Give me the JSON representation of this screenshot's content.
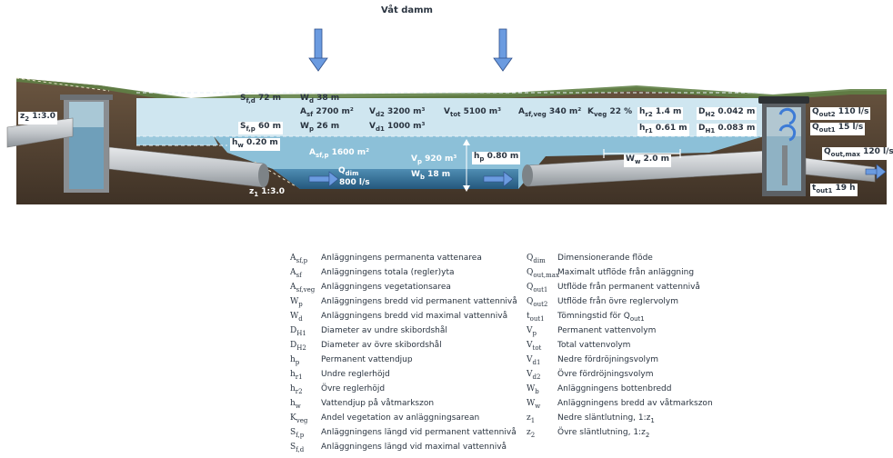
{
  "title": "Våt damm",
  "labels": {
    "sfd": "S",
    "sfd_sub": "f,d",
    "sfd_val": " 72 m",
    "wd": "W",
    "wd_sub": "d",
    "wd_val": " 38 m",
    "asf": "A",
    "asf_sub": "sf",
    "asf_val": " 2700 m²",
    "vd2": "V",
    "vd2_sub": "d2",
    "vd2_val": " 3200 m³",
    "vtot": "V",
    "vtot_sub": "tot",
    "vtot_val": " 5100 m³",
    "asfveg": "A",
    "asfveg_sub": "sf,veg",
    "asfveg_val": " 340 m²",
    "kveg": "K",
    "kveg_sub": "veg",
    "kveg_val": " 22 %",
    "hr2": "h",
    "hr2_sub": "r2",
    "hr2_val": " 1.4 m",
    "dh2": "D",
    "dh2_sub": "H2",
    "dh2_val": " 0.042 m",
    "qout2": "Q",
    "qout2_sub": "out2",
    "qout2_val": " 110 l/s",
    "z2": "z",
    "z2_sub": "2",
    "z2_val": " 1:3.0",
    "sfp": "S",
    "sfp_sub": "f,p",
    "sfp_val": " 60 m",
    "wp": "W",
    "wp_sub": "p",
    "wp_val": " 26 m",
    "vd1": "V",
    "vd1_sub": "d1",
    "vd1_val": " 1000 m³",
    "hr1": "h",
    "hr1_sub": "r1",
    "hr1_val": " 0.61 m",
    "dh1": "D",
    "dh1_sub": "H1",
    "dh1_val": " 0.083 m",
    "qout1": "Q",
    "qout1_sub": "out1",
    "qout1_val": " 15 l/s",
    "hw": "h",
    "hw_sub": "w",
    "hw_val": " 0.20 m",
    "asfp": "A",
    "asfp_sub": "sf,p",
    "asfp_val": " 1600 m²",
    "vp": "V",
    "vp_sub": "p",
    "vp_val": " 920 m³",
    "hp": "h",
    "hp_sub": "p",
    "hp_val": " 0.80 m",
    "ww": "W",
    "ww_sub": "w",
    "ww_val": " 2.0 m",
    "qoutmax": "Q",
    "qoutmax_sub": "out,max",
    "qoutmax_val": " 120 l/s",
    "qdim": "Q",
    "qdim_sub": "dim",
    "qdim_val": "800 l/s",
    "wb": "W",
    "wb_sub": "b",
    "wb_val": " 18 m",
    "z1": "z",
    "z1_sub": "1",
    "z1_val": " 1:3.0",
    "tout1": "t",
    "tout1_sub": "out1",
    "tout1_val": " 19 h"
  },
  "legend_left": [
    {
      "sym": "A",
      "sub": "sf,p",
      "desc": "Anläggningens permanenta vattenarea"
    },
    {
      "sym": "A",
      "sub": "sf",
      "desc": "Anläggningens totala (regler)yta"
    },
    {
      "sym": "A",
      "sub": "sf,veg",
      "desc": "Anläggningens vegetationsarea"
    },
    {
      "sym": "W",
      "sub": "p",
      "desc": "Anläggningens bredd vid permanent vattennivå"
    },
    {
      "sym": "W",
      "sub": "d",
      "desc": "Anläggningens bredd vid maximal vattennivå"
    },
    {
      "sym": "D",
      "sub": "H1",
      "desc": "Diameter av undre skibordshål"
    },
    {
      "sym": "D",
      "sub": "H2",
      "desc": "Diameter av övre skibordshål"
    },
    {
      "sym": "h",
      "sub": "p",
      "desc": "Permanent vattendjup"
    },
    {
      "sym": "h",
      "sub": "r1",
      "desc": "Undre reglerhöjd"
    },
    {
      "sym": "h",
      "sub": "r2",
      "desc": "Övre reglerhöjd"
    },
    {
      "sym": "h",
      "sub": "w",
      "desc": "Vattendjup på våtmarkszon"
    },
    {
      "sym": "K",
      "sub": "veg",
      "desc": "Andel vegetation av anläggningsarean"
    },
    {
      "sym": "S",
      "sub": "f,p",
      "desc": "Anläggningens längd vid permanent vattennivå"
    },
    {
      "sym": "S",
      "sub": "f,d",
      "desc": "Anläggningens längd vid maximal vattennivå"
    }
  ],
  "legend_right": [
    {
      "sym": "Q",
      "sub": "dim",
      "desc": "Dimensionerande flöde"
    },
    {
      "sym": "Q",
      "sub": "out,max",
      "desc": "Maximalt utflöde från anläggning"
    },
    {
      "sym": "Q",
      "sub": "out1",
      "desc": "Utflöde från permanent vattennivå"
    },
    {
      "sym": "Q",
      "sub": "out2",
      "desc": "Utflöde från övre reglervolym"
    },
    {
      "sym": "t",
      "sub": "out1",
      "desc": "Tömningstid för Q",
      "desc_sub": "out1"
    },
    {
      "sym": "V",
      "sub": "p",
      "desc": "Permanent vattenvolym"
    },
    {
      "sym": "V",
      "sub": "tot",
      "desc": "Total vattenvolym"
    },
    {
      "sym": "V",
      "sub": "d1",
      "desc": "Nedre fördröjningsvolym"
    },
    {
      "sym": "V",
      "sub": "d2",
      "desc": "Övre fördröjningsvolym"
    },
    {
      "sym": "W",
      "sub": "b",
      "desc": "Anläggningens bottenbredd"
    },
    {
      "sym": "W",
      "sub": "w",
      "desc": "Anläggningens bredd av våtmarkszon"
    },
    {
      "sym": "z",
      "sub": "1",
      "desc": "Nedre släntlutning, 1:z",
      "desc_sub": "1"
    },
    {
      "sym": "z",
      "sub": "2",
      "desc": "Övre släntlutning, 1:z",
      "desc_sub": "2"
    }
  ],
  "colors": {
    "soil": "#5e4a38",
    "water_upper": "#b9dcea",
    "water_mid": "#86b9d2",
    "water_deep": "#2f6f96",
    "pipe": "#c9cdd0",
    "arrow": "#6b9be0"
  }
}
